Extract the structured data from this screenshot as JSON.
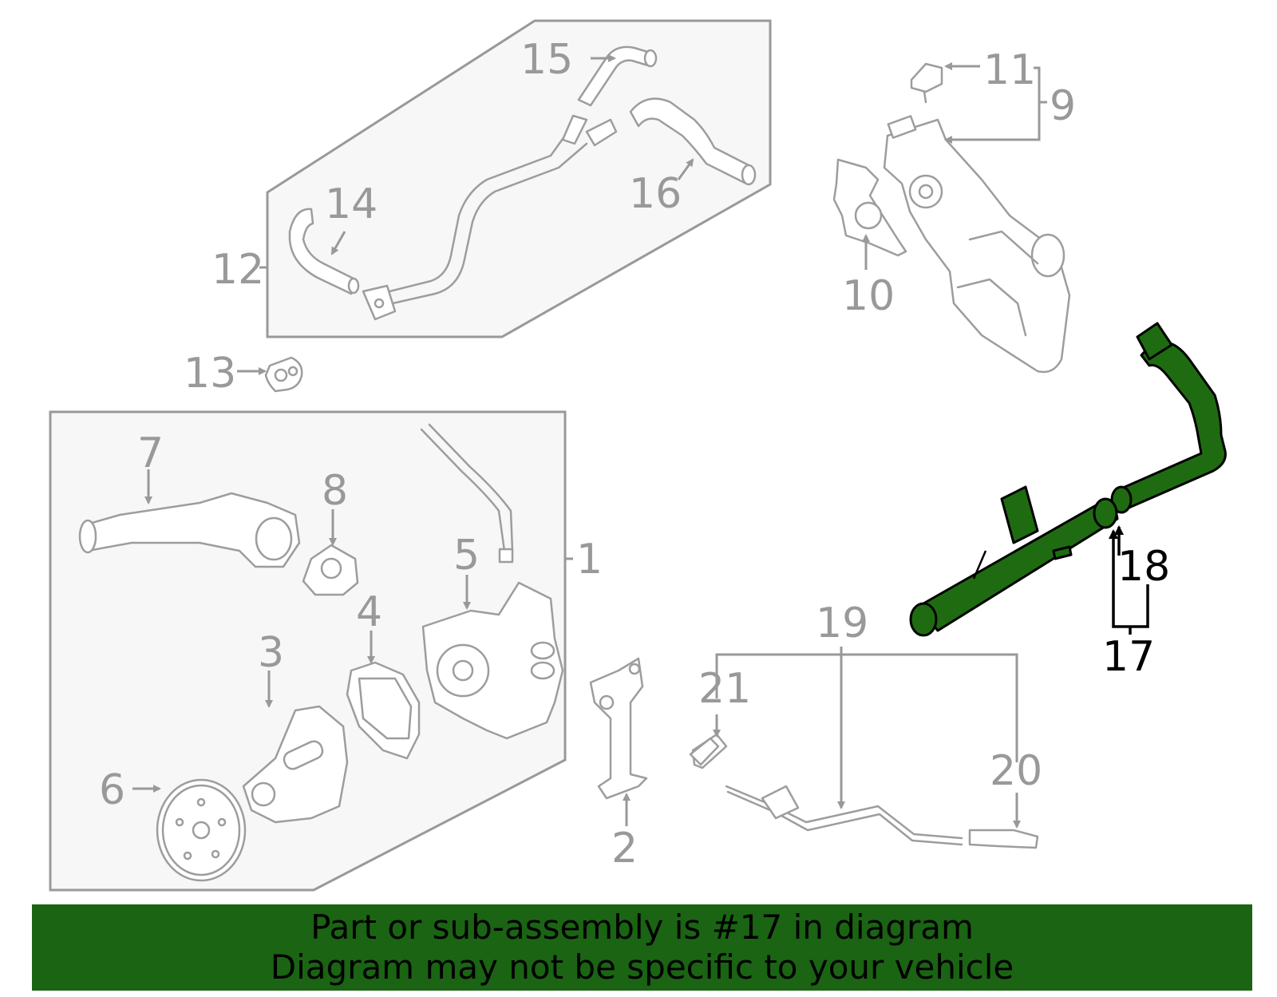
{
  "callouts": {
    "c1": "1",
    "c2": "2",
    "c3": "3",
    "c4": "4",
    "c5": "5",
    "c6": "6",
    "c7": "7",
    "c8": "8",
    "c9": "9",
    "c10": "10",
    "c11": "11",
    "c12": "12",
    "c13": "13",
    "c14": "14",
    "c15": "15",
    "c16": "16",
    "c17": "17",
    "c18": "18",
    "c19": "19",
    "c20": "20",
    "c21": "21"
  },
  "highlight": {
    "part_number": "17",
    "color": "#1f6b12"
  },
  "banner": {
    "line1": "Part or sub-assembly is #17 in diagram",
    "line2": "Diagram may not be specific to your vehicle",
    "background": "#1a6413"
  },
  "colors": {
    "line_gray": "#999999",
    "box_fill": "#f7f7f7"
  }
}
